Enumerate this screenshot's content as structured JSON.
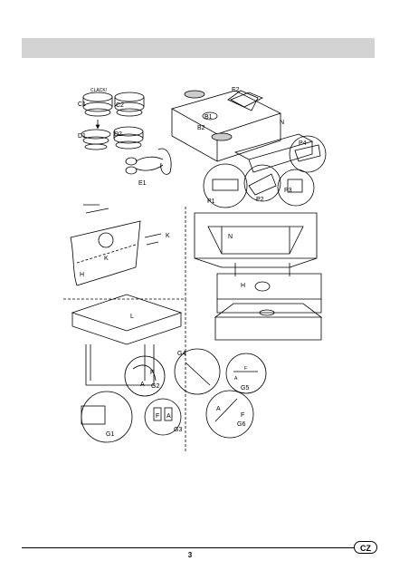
{
  "header": {
    "title": ""
  },
  "labels": {
    "clack": "CLACK!",
    "C1": "C1",
    "C2": "C2",
    "D1": "D1",
    "D2": "D2",
    "E1": "E1",
    "E2": "E2",
    "B1": "B1",
    "B2": "B2",
    "N": "N",
    "P1": "P1",
    "P2": "P2",
    "P3": "P3",
    "P4": "P4",
    "H": "H",
    "K": "K",
    "L": "L",
    "G1": "G1",
    "G2": "G2",
    "G3": "G3",
    "G4": "G4",
    "G5": "G5",
    "G6": "G6",
    "A": "A",
    "F": "F"
  },
  "footer": {
    "page_number": "3",
    "language_badge": "CZ"
  }
}
